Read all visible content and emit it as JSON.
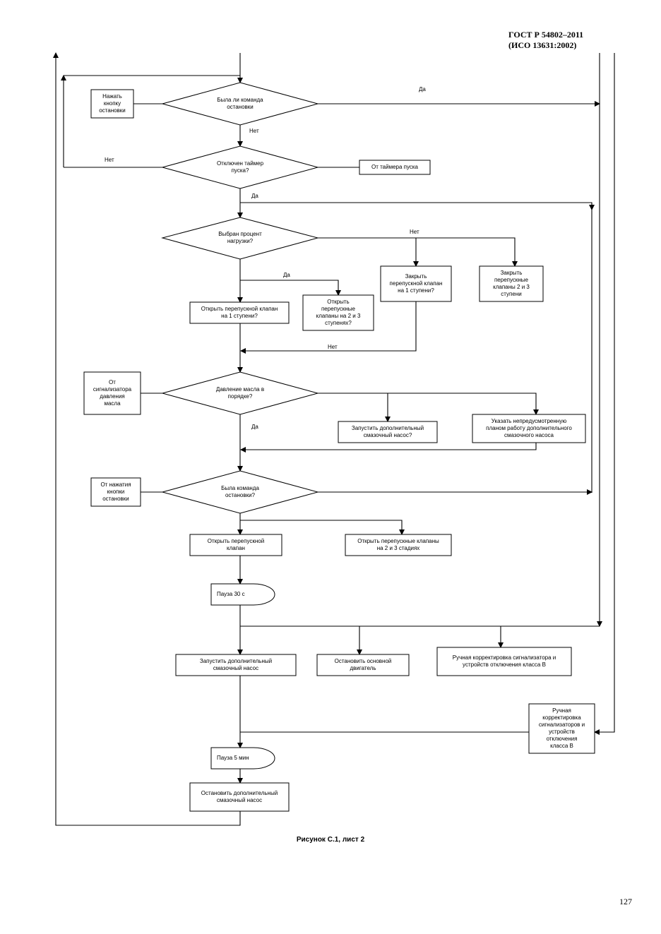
{
  "header": {
    "line1": "ГОСТ Р 54802–2011",
    "line2": "(ИСО 13631:2002)"
  },
  "caption": "Рисунок С.1, лист 2",
  "page_number": "127",
  "nodes": {
    "d1": "Была ли команда\nостановки",
    "d2": "Отключен таймер\nпуска?",
    "d3": "Выбран процент\nнагрузки?",
    "d4": "Давление масла в\nпорядке?",
    "d5": "Была команда\nостановки?",
    "press_stop": "Нажать\nкнопку\nостановки",
    "start_timer": "От таймера пуска",
    "open_bypass_1": "Открыть перепускной клапан\nна 1 ступени?",
    "open_bypass_23": "Открыть\nперепускные\nклапаны на 2 и 3\nступенях?",
    "close_bypass_1": "Закрыть\nперепускной клапан\nна 1 ступени?",
    "close_bypass_23": "Закрыть\nперепускные\nклапаны  2  и  3\nступени",
    "oil_alarm": "От\nсигнализатора\nдавления\nмасла",
    "start_aux_pump_q": "Запустить дополнительный\nсмазочный насос?",
    "report_aux_pump": "Указать непредусмотренную\nпланом работу дополнительного\nсмазочного насоса",
    "stop_button": "От нажатия\nкнопки\nостановки",
    "open_bypass": "Открыть перепускной\nклапан",
    "open_bypass_stages": "Открыть перепускные клапаны\nна 2 и 3 стадиях",
    "pause_30": "Пауза 30 с",
    "start_aux_pump": "Запустить дополнительный\nсмазочный насос",
    "stop_main_motor": "Остановить основной\nдвигатель",
    "manual_correction_1": "Ручная корректировка сигнализатора и\nустройств отключения класса В",
    "manual_correction_2": "Ручная\nкорректировка\nсигнализаторов и\nустройств\nотключения\nкласса В",
    "pause_5": "Пауза 5 мин",
    "stop_aux_pump": "Остановить дополнительный\nсмазочный насос"
  },
  "edges": {
    "d1_yes": "Да",
    "d1_no": "Нет",
    "d2_no": "Нет",
    "d2_yes": "Да",
    "d3_no": "Нет",
    "d3_yes": "Да",
    "bypass_no": "Нет",
    "d4_yes": "Да"
  }
}
